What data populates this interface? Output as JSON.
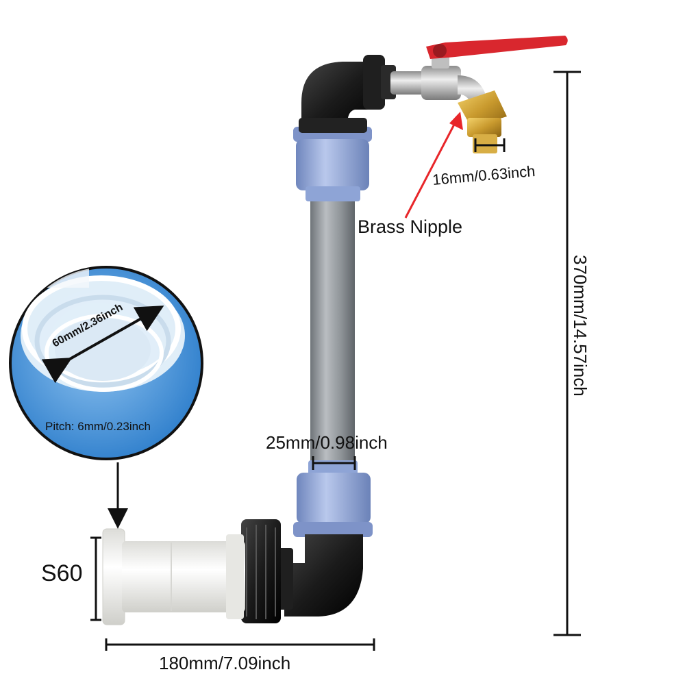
{
  "labels": {
    "brass_nipple": "Brass Nipple",
    "nipple_size": "16mm/0.63inch",
    "pipe_diameter": "25mm/0.98inch",
    "total_height": "370mm/14.57inch",
    "total_width": "180mm/7.09inch",
    "thread_type": "S60",
    "thread_diameter": "60mm/2.36inch",
    "thread_pitch": "Pitch: 6mm/0.23inch"
  },
  "colors": {
    "tap_handle": "#d9272e",
    "brass": "#c99a2e",
    "pipe": "#8d9296",
    "coupling": "#8fa6d8",
    "fitting_black": "#1b1b1b",
    "adapter": "#f1f1ee",
    "inset_background": "#3f8fd6",
    "arrow_red": "#e8262a"
  }
}
